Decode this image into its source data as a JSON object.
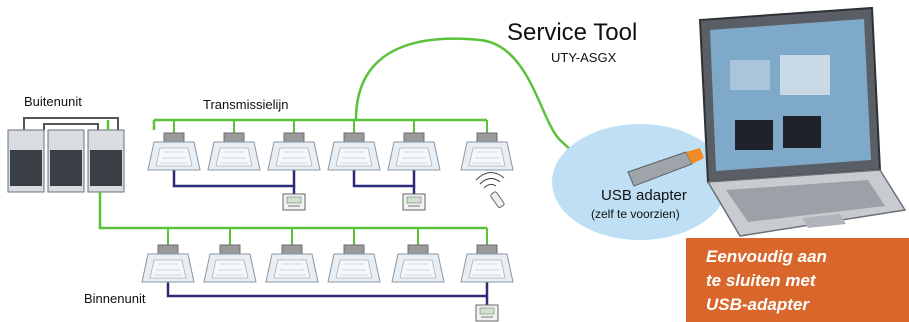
{
  "labels": {
    "service_tool_title": "Service Tool",
    "service_tool_model": "UTY-ASGX",
    "outdoor_unit": "Buitenunit",
    "transmission_line": "Transmissielijn",
    "indoor_unit": "Binnenunit",
    "usb_adapter": "USB adapter",
    "usb_adapter_note": "(zelf te voorzien)"
  },
  "callout": {
    "lines": [
      "Eenvoudig aan",
      "te sluiten met",
      "USB-adapter"
    ]
  },
  "colors": {
    "transmission_line": "#5cc23c",
    "remote_wiring": "#2d2a7a",
    "usb_bubble": "#bfe0f4",
    "callout": "#d9662b",
    "adapter_tip": "#f08a24"
  },
  "icons": {
    "indoor_unit": "ceiling-cassette-icon",
    "outdoor_unit": "outdoor-unit-icon",
    "remote_controller": "wired-remote-controller-icon",
    "wireless_remote": "wireless-remote-icon",
    "laptop": "laptop-icon",
    "usb_adapter": "usb-adapter-icon"
  }
}
